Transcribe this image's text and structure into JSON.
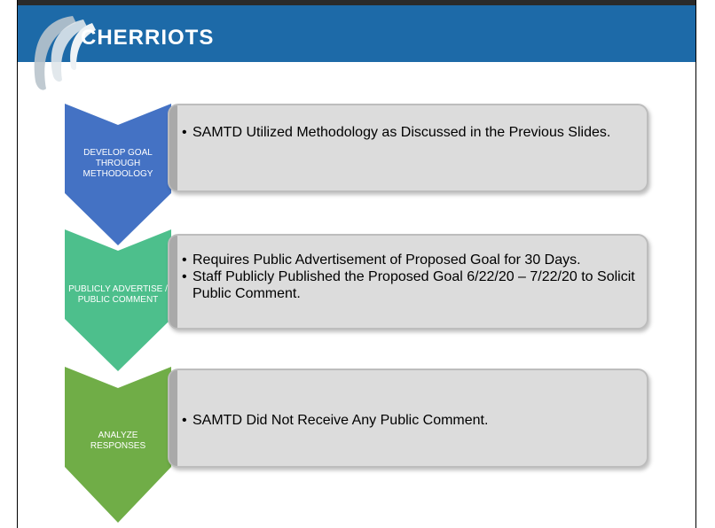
{
  "brand": {
    "name": "CHERRIOTS",
    "bar_color": "#1d6aa8"
  },
  "steps": [
    {
      "label": "DEVELOP GOAL THROUGH METHODOLOGY",
      "color": "#4472c4",
      "bullets": [
        "SAMTD Utilized Methodology as Discussed in the Previous Slides."
      ]
    },
    {
      "label": "PUBLICLY ADVERTISE / PUBLIC COMMENT",
      "color": "#4dbf8c",
      "bullets": [
        "Requires Public Advertisement of Proposed Goal for 30 Days.",
        "Staff Publicly Published the Proposed Goal 6/22/20 – 7/22/20 to Solicit Public Comment."
      ]
    },
    {
      "label": "ANALYZE RESPONSES",
      "color": "#70ad47",
      "bullets": [
        "SAMTD Did Not Receive Any Public Comment."
      ]
    }
  ]
}
